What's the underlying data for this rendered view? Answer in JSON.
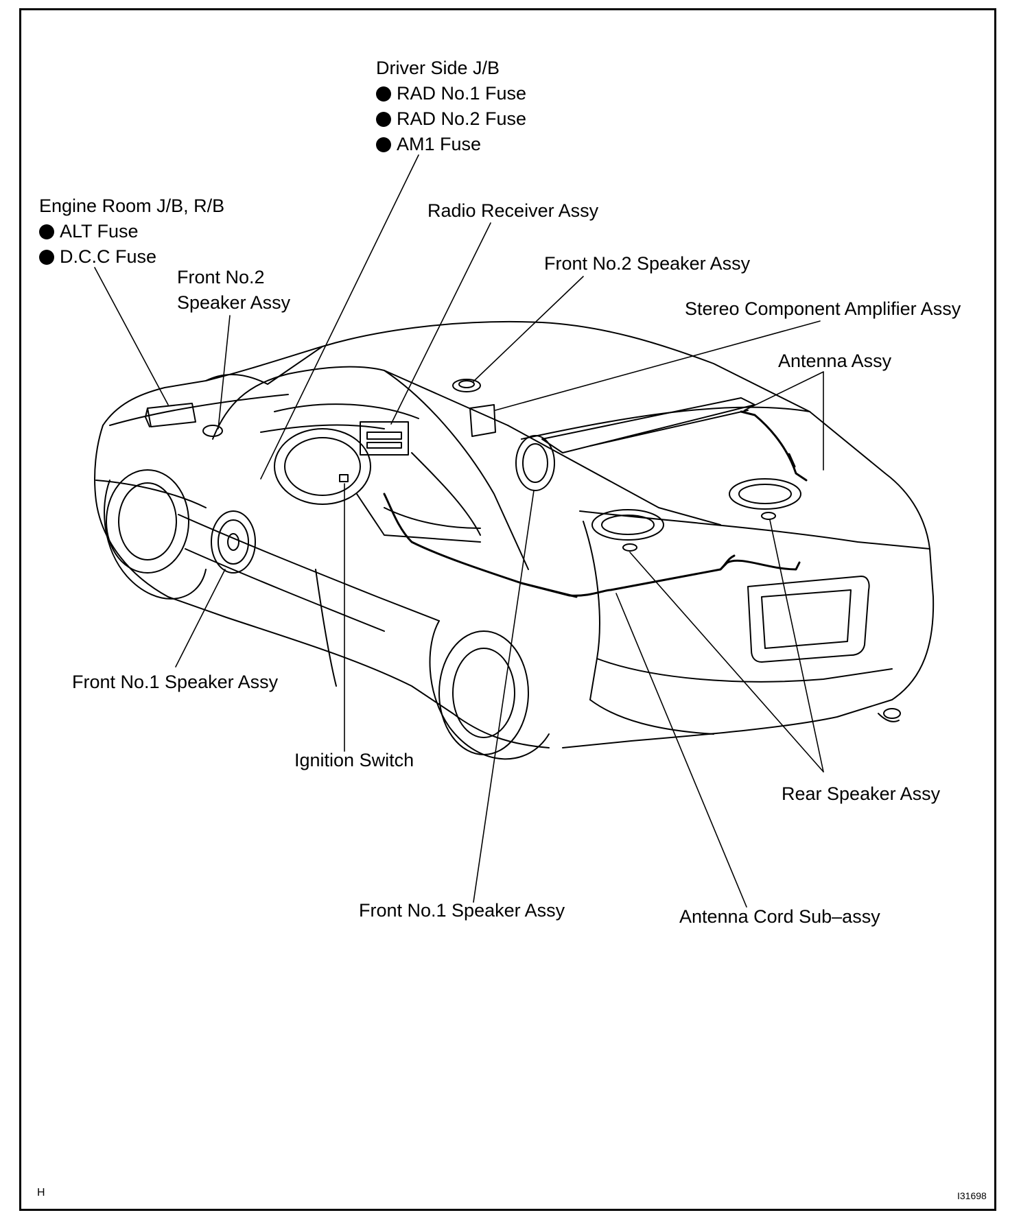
{
  "labels": {
    "driver_jb": {
      "title": "Driver Side J/B",
      "items": [
        "RAD No.1 Fuse",
        "RAD No.2 Fuse",
        "AM1 Fuse"
      ]
    },
    "engine_room": {
      "title": "Engine Room J/B, R/B",
      "items": [
        "ALT Fuse",
        "D.C.C Fuse"
      ]
    },
    "front_no2_left": {
      "line1": "Front No.2",
      "line2": "Speaker Assy"
    },
    "radio_receiver": "Radio Receiver Assy",
    "front_no2_right": "Front No.2 Speaker Assy",
    "stereo_amp": "Stereo Component Amplifier Assy",
    "antenna": "Antenna Assy",
    "front_no1_left": "Front No.1 Speaker Assy",
    "ignition": "Ignition Switch",
    "rear_speaker": "Rear Speaker Assy",
    "front_no1_bottom": "Front No.1 Speaker Assy",
    "antenna_cord": "Antenna Cord Sub–assy"
  },
  "footer": {
    "left_mark": "H",
    "figure_id": "I31698"
  }
}
